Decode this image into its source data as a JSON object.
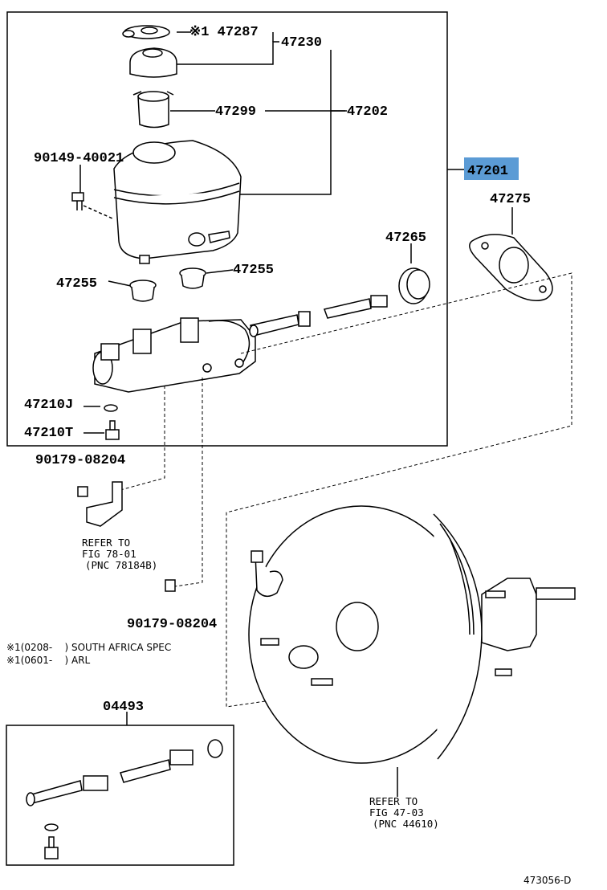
{
  "highlight_color": "#5b9bd5",
  "labels": {
    "p47287": "※1 47287",
    "p47230": "47230",
    "p47299": "47299",
    "p47202": "47202",
    "p90149": "90149-40021",
    "p47201": "47201",
    "p47275": "47275",
    "p47265": "47265",
    "p47255_left": "47255",
    "p47255_right": "47255",
    "p47210J": "47210J",
    "p47210T": "47210T",
    "p90179_top": "90179-08204",
    "p90179_bottom": "90179-08204",
    "p04493": "04493"
  },
  "refer_fig78": {
    "line1": "REFER TO",
    "line2": "FIG 78-01",
    "line3": "(PNC 78184B)"
  },
  "refer_fig47": {
    "line1": "REFER TO",
    "line2": "FIG 47-03",
    "line3": "(PNC 44610)"
  },
  "notes": {
    "note1": "※1(0208-    ) SOUTH AFRICA SPEC",
    "note2": "※1(0601-    ) ARL"
  },
  "footer_code": "473056-D"
}
